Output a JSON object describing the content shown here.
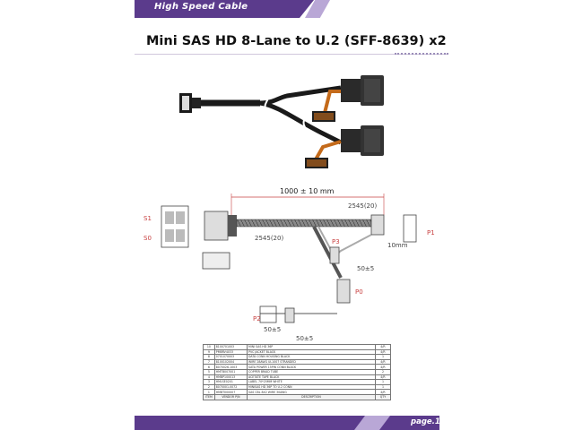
{
  "header": {
    "banner_text": "High Speed Cable",
    "title": "Mini SAS HD 8-Lane to U.2 (SFF-8639) x2"
  },
  "drawing": {
    "overall_length": "1000 ± 10 mm",
    "labels": {
      "s1": "S1",
      "s0": "S0",
      "p1": "P1",
      "p3": "P3",
      "p0": "P0",
      "p2": "P2",
      "d1": "2545(20)",
      "d2": "2545(20)",
      "d3": "50±5",
      "d4": "50±5",
      "d5": "50±5",
      "d6": "10mm"
    }
  },
  "bom": {
    "headers": [
      "ITEM",
      "VENDOR P/N",
      "DESCRIPTION",
      "QTY"
    ],
    "rows": [
      [
        "10",
        "8100701003",
        "MINI SAS HD 36P",
        "4/R"
      ],
      [
        "9",
        "PMBRV4033",
        "PVC JACKET BLACK",
        "4/R"
      ],
      [
        "8",
        "0701070003",
        "DATA CONN HOUSING BLACK",
        "1"
      ],
      [
        "7",
        "8100102004",
        "WIRE 28AWG UL1007 STRANDED",
        "4/R"
      ],
      [
        "6",
        "8070026-1003",
        "SATA POWER 15PIN CONN BLACK",
        "4/R"
      ],
      [
        "5",
        "HMTB007001",
        "COPPER BRAID TUBE",
        "2"
      ],
      [
        "4",
        "HMBP100013",
        "ACETATE TAPE BLACK",
        "4/R"
      ],
      [
        "3",
        "HMLSE0201",
        "LABEL 70*25MM WHITE",
        "1"
      ],
      [
        "2",
        "8070001-0072",
        "MINISAS HD 36P TO U.2 CONN",
        "1"
      ],
      [
        "1",
        "HMBT000007",
        "SAS CBL 8X2 WIRE 30AWG",
        "4/R"
      ]
    ]
  },
  "footer": {
    "page_label": "page.1"
  }
}
